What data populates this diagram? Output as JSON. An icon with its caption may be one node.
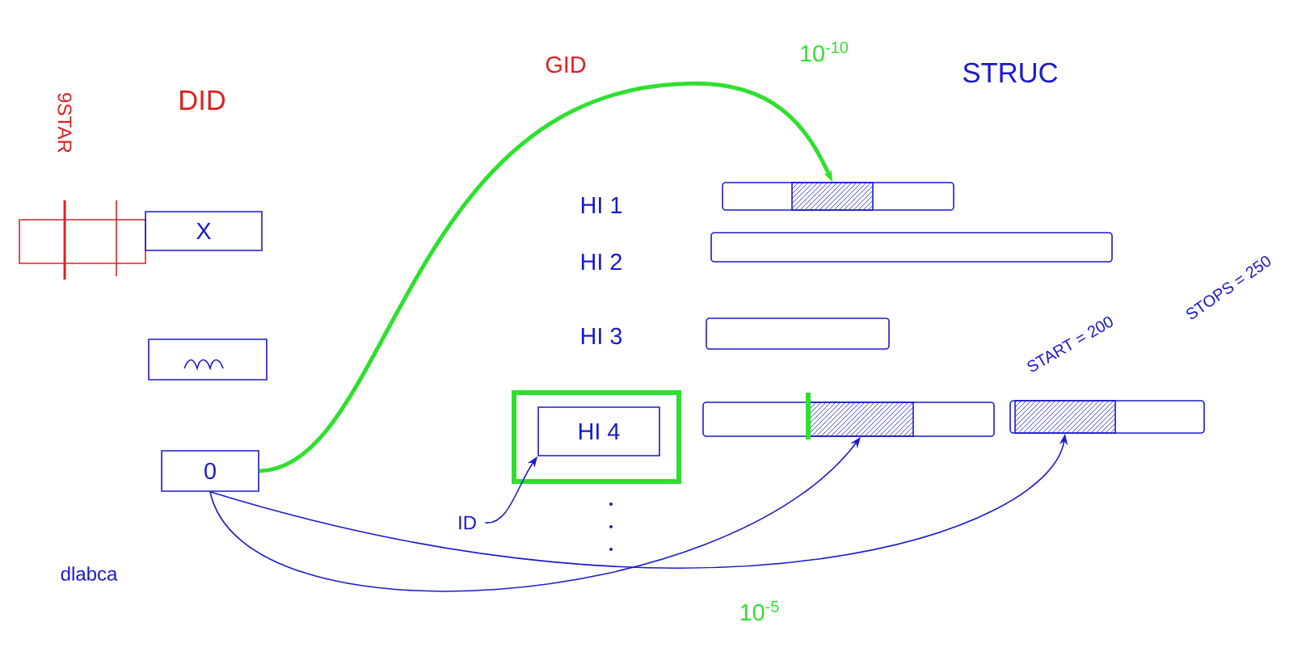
{
  "diagram": {
    "nodes": [
      {
        "text": [],
        "shape": "box",
        "beside": [
          "9STAR"
        ]
      },
      {
        "text": [
          "X"
        ]
      },
      {
        "text": [],
        "shape": "box"
      },
      {
        "text": [
          "0"
        ]
      },
      {
        "text": [],
        "shape": "box"
      },
      {
        "text": [
          "HI 4"
        ],
        "in": 4
      },
      {
        "text": [
          "ID"
        ]
      },
      {
        "text": [],
        "shape": "bar"
      },
      {
        "text": [],
        "shape": "box",
        "in": 7
      },
      {
        "text": [],
        "shape": "bar"
      },
      {
        "text": [],
        "shape": "bar"
      },
      {
        "text": [],
        "shape": "bar"
      },
      {
        "text": [],
        "shape": "box",
        "in": 11
      },
      {
        "text": [],
        "shape": "bar"
      },
      {
        "text": [],
        "shape": "box",
        "in": 13
      }
    ],
    "edges": [
      {
        "from": 3,
        "to": 8,
        "arrow": "to",
        "label": "10$^{-10}$",
        "style": "thick",
        "color": "#2ee02e"
      },
      {
        "from": 6,
        "to": 5,
        "arrow": "to"
      },
      {
        "from": 3,
        "to": 12,
        "arrow": "to",
        "label": "10$^{-5}$"
      },
      {
        "from": 3,
        "to": 14,
        "arrow": "to"
      }
    ],
    "labels": [
      "DID",
      "GID",
      "STRUC",
      "HI 1",
      "HI 2",
      "HI 3",
      "START = 200",
      "STOPS = 250",
      "dlabca"
    ]
  }
}
